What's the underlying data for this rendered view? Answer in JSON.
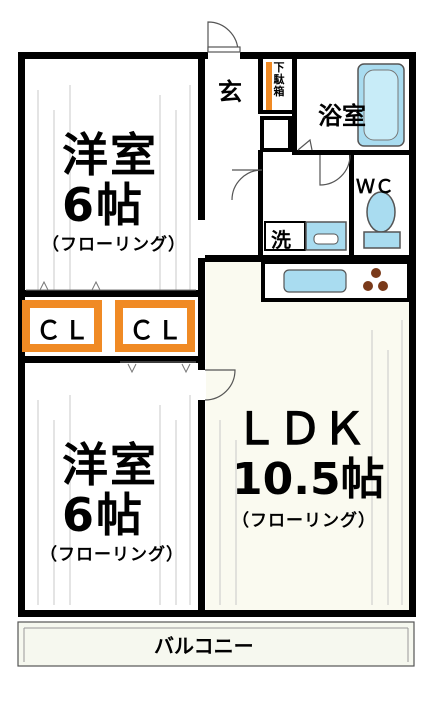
{
  "rooms": {
    "western1": {
      "name": "洋室",
      "size": "6帖",
      "floor": "（フローリング）"
    },
    "western2": {
      "name": "洋室",
      "size": "6帖",
      "floor": "（フローリング）"
    },
    "ldk": {
      "name": "ＬＤＫ",
      "size": "10.5帖",
      "floor": "（フローリング）"
    },
    "entrance": "玄",
    "shoe_box": "下駄箱",
    "bath": "浴室",
    "wc": "ＷＣ",
    "washer": "洗",
    "closet1": "ＣＬ",
    "closet2": "ＣＬ",
    "balcony": "バルコニー"
  },
  "colors": {
    "wall": "#000000",
    "closet": "#f08a24",
    "fixture": "#a9dcf0",
    "balcony_fill": "#f6f8ef",
    "ldk_fill": "#fafaf0",
    "stove": "#7a3a1a"
  }
}
